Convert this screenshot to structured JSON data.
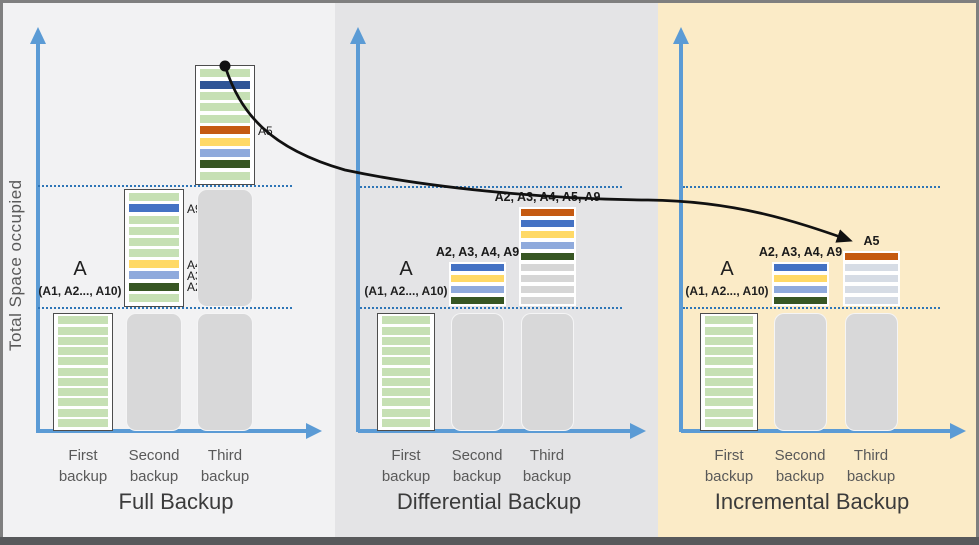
{
  "y_axis_label": "Total Space occupied",
  "colors": {
    "axis": "#5B9BD5",
    "dotted_line": "#2E75B6",
    "curve": "#111111",
    "panel_full_bg": "#F2F2F3",
    "panel_differential_bg": "#E4E4E6",
    "panel_incremental_bg": "#FBEBC7",
    "frame": "#7F7F7F",
    "frame_bottom": "#58595B"
  },
  "stripe_palette": {
    "green": "#C6E0B4",
    "blue": "#4472C4",
    "darkblue": "#2F5597",
    "orange": "#C55A11",
    "yellow": "#FFD966",
    "lightblue": "#8FAADC",
    "darkgreen": "#375623",
    "gray": "#D6D6D6",
    "bluegray": "#D6DCE5"
  },
  "panels": [
    {
      "id": "full",
      "title": "Full Backup",
      "a_label": "A",
      "a_sublabel": "(A1, A2..., A10)",
      "x_labels": [
        "First\nbackup",
        "Second\nbackup",
        "Third\nbackup"
      ],
      "columns": [
        {
          "name": "first-backup",
          "stacks": [
            {
              "type": "bar",
              "stripes": [
                "green",
                "green",
                "green",
                "green",
                "green",
                "green",
                "green",
                "green",
                "green",
                "green",
                "green"
              ]
            }
          ]
        },
        {
          "name": "second-backup",
          "stacks": [
            {
              "type": "gray"
            },
            {
              "type": "bar",
              "stripes": [
                "green",
                "blue",
                "green",
                "green",
                "green",
                "green",
                "yellow",
                "lightblue",
                "darkgreen",
                "green"
              ],
              "stripe_labels": [
                {
                  "index": 1,
                  "text": "A9"
                },
                {
                  "index": 6,
                  "text": "A4"
                },
                {
                  "index": 7,
                  "text": "A3"
                },
                {
                  "index": 8,
                  "text": "A2"
                }
              ]
            }
          ]
        },
        {
          "name": "third-backup",
          "stacks": [
            {
              "type": "gray"
            },
            {
              "type": "gray"
            },
            {
              "type": "bar",
              "stripes": [
                "green",
                "darkblue",
                "green",
                "green",
                "green",
                "orange",
                "yellow",
                "lightblue",
                "darkgreen",
                "green"
              ],
              "stripe_labels": [
                {
                  "index": 5,
                  "text": "A5"
                }
              ],
              "dot": true
            }
          ]
        }
      ]
    },
    {
      "id": "differential",
      "title": "Differential Backup",
      "a_label": "A",
      "a_sublabel": "(A1, A2..., A10)",
      "x_labels": [
        "First\nbackup",
        "Second\nbackup",
        "Third\nbackup"
      ],
      "columns": [
        {
          "name": "first-backup",
          "stacks": [
            {
              "type": "bar",
              "stripes": [
                "green",
                "green",
                "green",
                "green",
                "green",
                "green",
                "green",
                "green",
                "green",
                "green",
                "green"
              ]
            }
          ]
        },
        {
          "name": "second-backup",
          "stacks": [
            {
              "type": "gray"
            },
            {
              "type": "stack",
              "stripes": [
                "blue",
                "yellow",
                "lightblue",
                "darkgreen"
              ],
              "label": "A2, A3, A4, A9"
            }
          ]
        },
        {
          "name": "third-backup",
          "stacks": [
            {
              "type": "gray"
            },
            {
              "type": "stack",
              "stripes": [
                "orange",
                "blue",
                "yellow",
                "lightblue",
                "darkgreen",
                "gray",
                "gray",
                "gray",
                "gray"
              ],
              "label": "A2, A3, A4, A5, A9"
            }
          ]
        }
      ]
    },
    {
      "id": "incremental",
      "title": "Incremental Backup",
      "a_label": "A",
      "a_sublabel": "(A1, A2..., A10)",
      "x_labels": [
        "First\nbackup",
        "Second\nbackup",
        "Third\nbackup"
      ],
      "columns": [
        {
          "name": "first-backup",
          "stacks": [
            {
              "type": "bar",
              "stripes": [
                "green",
                "green",
                "green",
                "green",
                "green",
                "green",
                "green",
                "green",
                "green",
                "green",
                "green"
              ]
            }
          ]
        },
        {
          "name": "second-backup",
          "stacks": [
            {
              "type": "gray"
            },
            {
              "type": "stack",
              "stripes": [
                "blue",
                "yellow",
                "lightblue",
                "darkgreen"
              ],
              "label": "A2, A3, A4, A9"
            }
          ]
        },
        {
          "name": "third-backup",
          "stacks": [
            {
              "type": "gray"
            },
            {
              "type": "stack",
              "stripes": [
                "orange",
                "bluegray",
                "bluegray",
                "bluegray",
                "bluegray"
              ],
              "label": "A5"
            }
          ]
        }
      ]
    }
  ]
}
